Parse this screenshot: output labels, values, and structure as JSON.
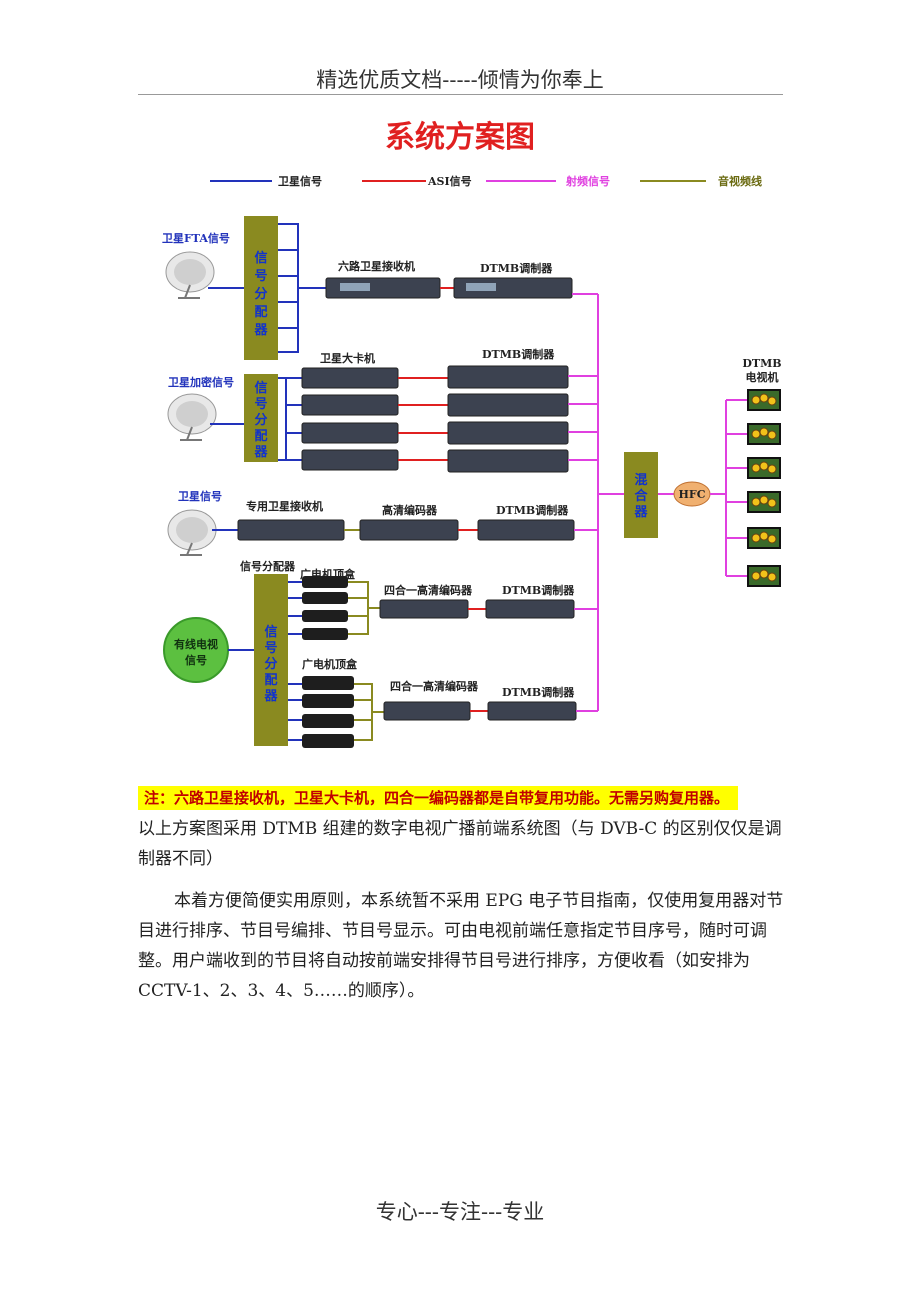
{
  "header": "精选优质文档-----倾情为你奉上",
  "title": "系统方案图",
  "legend": [
    {
      "label": "卫星信号",
      "color": "#2233bb"
    },
    {
      "label": "ASI信号",
      "color": "#e02020"
    },
    {
      "label": "射频信号",
      "color": "#e040e0"
    },
    {
      "label": "音视频线",
      "color": "#8a8a20"
    }
  ],
  "sources": {
    "sat_fta": "卫星FTA信号",
    "sat_encrypted": "卫星加密信号",
    "sat": "卫星信号",
    "cable_tv_line1": "有线电视",
    "cable_tv_line2": "信号"
  },
  "splitter_chars": "信号分配器",
  "labels": {
    "six_receiver": "六路卫星接收机",
    "dtmb_mod": "DTMB调制器",
    "card_receiver": "卫星大卡机",
    "dedicated_receiver": "专用卫星接收机",
    "hd_encoder": "高清编码器",
    "splitter_label": "信号分配器",
    "stb": "广电机顶盒",
    "quad_encoder": "四合一高清编码器",
    "mixer_chars": "混合器",
    "hfc": "HFC",
    "tv_line1": "DTMB",
    "tv_line2": "电视机"
  },
  "note": "注：六路卫星接收机，卫星大卡机，四合一编码器都是自带复用功能。无需另购复用器。",
  "paragraph1": "以上方案图采用 DTMB 组建的数字电视广播前端系统图（与 DVB-C 的区别仅仅是调制器不同）",
  "paragraph2": "本着方便简便实用原则，本系统暂不采用 EPG 电子节目指南，仅使用复用器对节目进行排序、节目号编排、节目号显示。可由电视前端任意指定节目序号，随时可调整。用户端收到的节目将自动按前端安排得节目号进行排序，方便收看（如安排为 CCTV-1、2、3、4、5……的顺序）。",
  "footer": "专心---专注---专业"
}
